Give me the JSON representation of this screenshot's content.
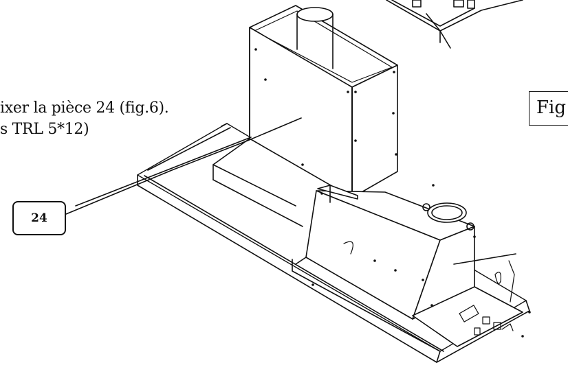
{
  "instructions": {
    "line1": "ixer la pièce 24 (fig.6).",
    "line2": "s TRL 5*12)"
  },
  "figure_label": "Fig",
  "callout": {
    "label": "24"
  },
  "colors": {
    "ink": "#111111",
    "background": "#ffffff"
  }
}
